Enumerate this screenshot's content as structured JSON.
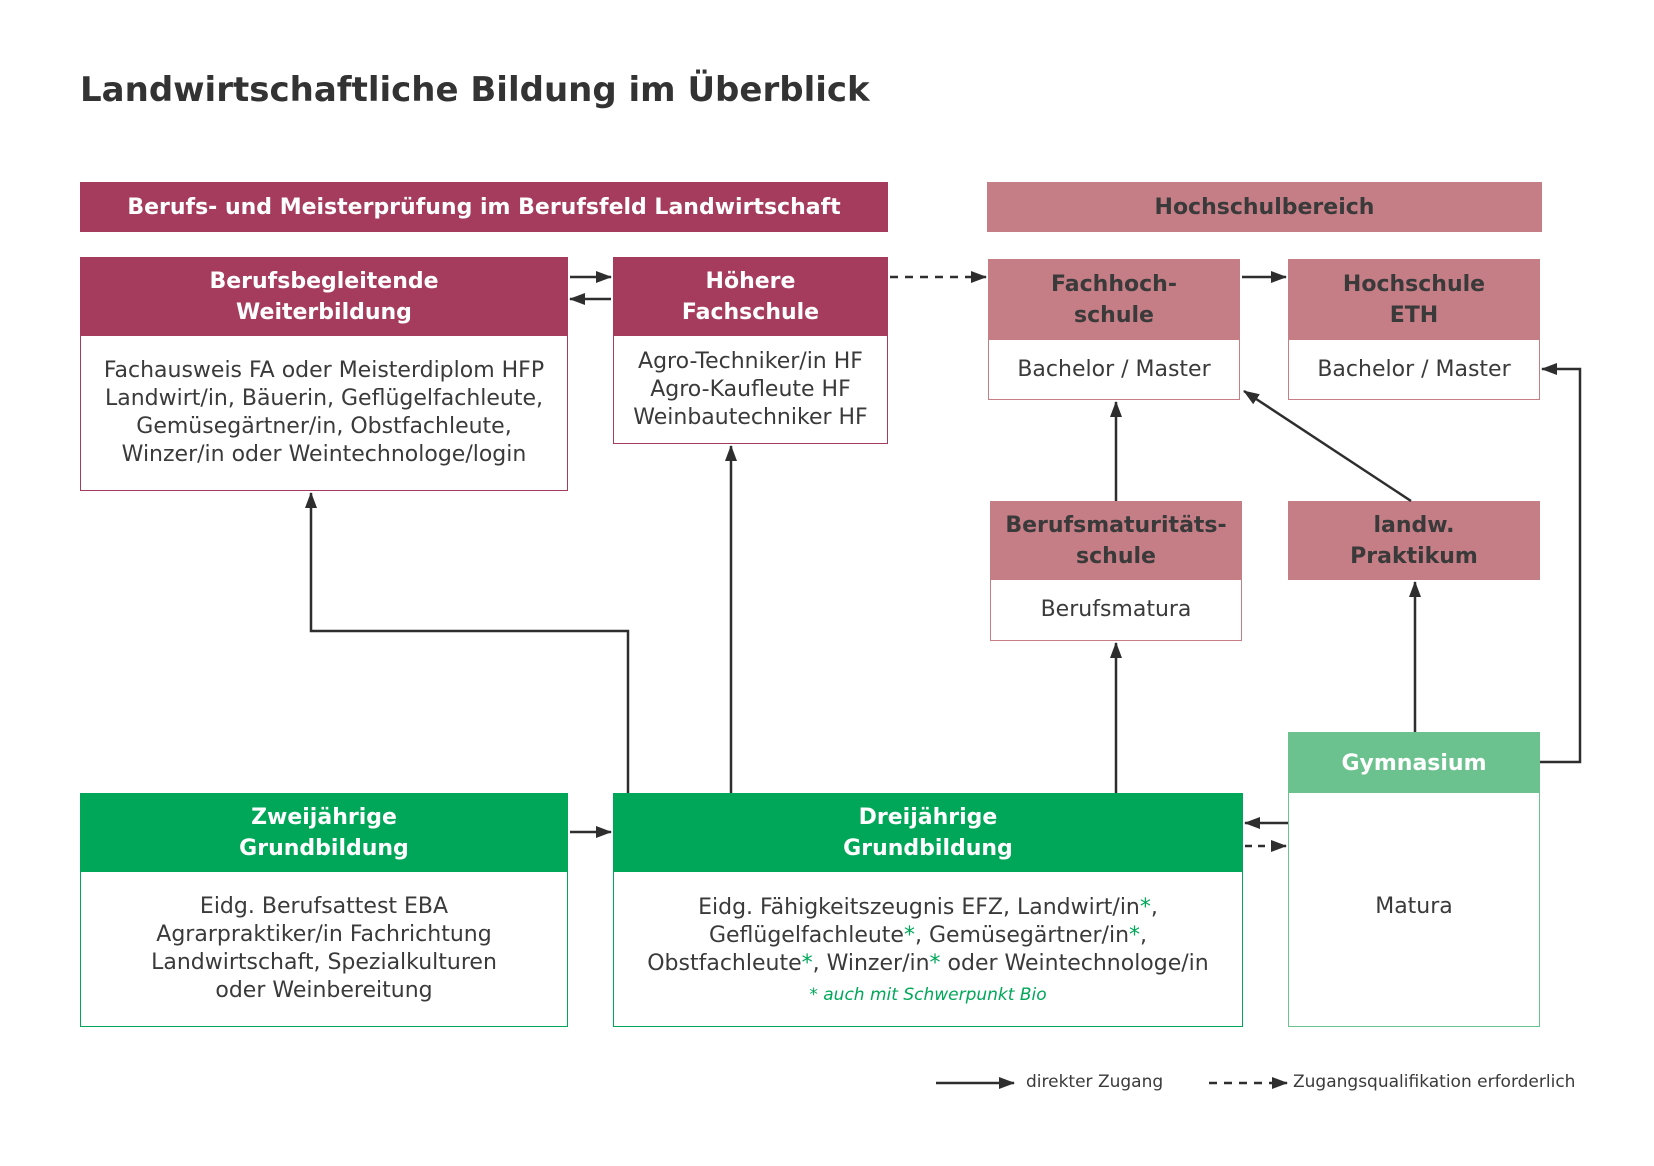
{
  "title": "Landwirtschaftliche Bildung im Überblick",
  "colors": {
    "dark_red": "#a63c5d",
    "pink": "#c57d86",
    "green": "#00a759",
    "light_green": "#6cc28e",
    "arrow": "#2e2e2e"
  },
  "banners": {
    "left": "Berufs- und Meisterprüfung im Berufsfeld Landwirtschaft",
    "right": "Hochschulbereich"
  },
  "boxes": {
    "weiterbildung": {
      "header": [
        "Berufsbegleitende",
        "Weiterbildung"
      ],
      "body": [
        "Fachausweis FA oder Meisterdiplom HFP",
        "Landwirt/in, Bäuerin, Geflügelfachleute,",
        "Gemüsegärtner/in, Obstfachleute,",
        "Winzer/in oder Weintechnologe/login"
      ]
    },
    "hoehere_fachschule": {
      "header": [
        "Höhere",
        "Fachschule"
      ],
      "body": [
        "Agro-Techniker/in HF",
        "Agro-Kaufleute HF",
        "Weinbautechniker HF"
      ]
    },
    "fachhochschule": {
      "header": [
        "Fachhoch-",
        "schule"
      ],
      "body": [
        "Bachelor / Master"
      ]
    },
    "eth": {
      "header": [
        "Hochschule",
        "ETH"
      ],
      "body": [
        "Bachelor / Master"
      ]
    },
    "bms": {
      "header": [
        "Berufsmaturitäts-",
        "schule"
      ],
      "body": [
        "Berufsmatura"
      ]
    },
    "praktikum": {
      "header": [
        "landw.",
        "Praktikum"
      ]
    },
    "zweijaehrig": {
      "header": [
        "Zweijährige",
        "Grundbildung"
      ],
      "body": [
        "Eidg. Berufsattest EBA",
        "Agrarpraktiker/in Fachrichtung",
        "Landwirtschaft, Spezialkulturen",
        "oder Weinbereitung"
      ]
    },
    "dreijaehrig": {
      "header": [
        "Dreijährige",
        "Grundbildung"
      ],
      "body": [
        [
          "Eidg. Fähigkeitszeugnis EFZ, Landwirt/in",
          "*",
          ","
        ],
        [
          "Geflügelfachleute",
          "*",
          ", Gemüsegärtner/in",
          "*",
          ","
        ],
        [
          "Obstfachleute",
          "*",
          ", Winzer/in",
          "*",
          " oder Weintechnologe/in"
        ]
      ],
      "note": "* auch mit Schwerpunkt Bio"
    },
    "gymnasium": {
      "header": [
        "Gymnasium"
      ],
      "body": [
        "Matura"
      ]
    }
  },
  "legend": {
    "direct": "direkter Zugang",
    "qualification": "Zugangsqualifikation erforderlich"
  }
}
